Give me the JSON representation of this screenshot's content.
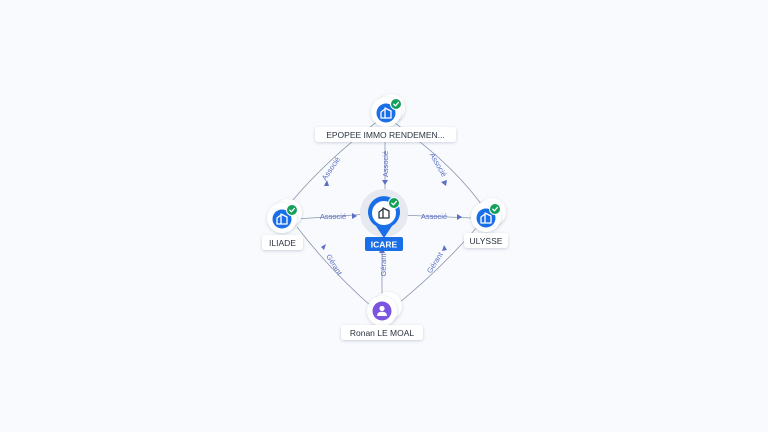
{
  "colors": {
    "background": "#f8fafd",
    "company_blue": "#1a6fe8",
    "check_green": "#13a05b",
    "person_purple": "#7b55e0",
    "edge": "#8b96ad",
    "edge_label": "#5b6fc4",
    "label_bg": "#ffffff"
  },
  "nodes": {
    "epopee": {
      "label": "EPOPEE IMMO RENDEMEN...",
      "icon": "building-icon",
      "verified": true
    },
    "iliade": {
      "label": "ILIADE",
      "icon": "building-icon",
      "verified": true
    },
    "icare": {
      "label": "ICARE",
      "icon": "building-icon",
      "verified": true,
      "focus": true
    },
    "ulysse": {
      "label": "ULYSSE",
      "icon": "building-icon",
      "verified": true
    },
    "ronan": {
      "label": "Ronan LE MOAL",
      "icon": "person-icon"
    }
  },
  "edges": {
    "epopee_iliade": "Associé",
    "epopee_icare": "Associé",
    "epopee_ulysse": "Associé",
    "iliade_icare": "Associé",
    "icare_ulysse": "Associé",
    "ronan_iliade": "Gérant",
    "ronan_icare": "Gérant",
    "ronan_ulysse": "Gérant"
  }
}
